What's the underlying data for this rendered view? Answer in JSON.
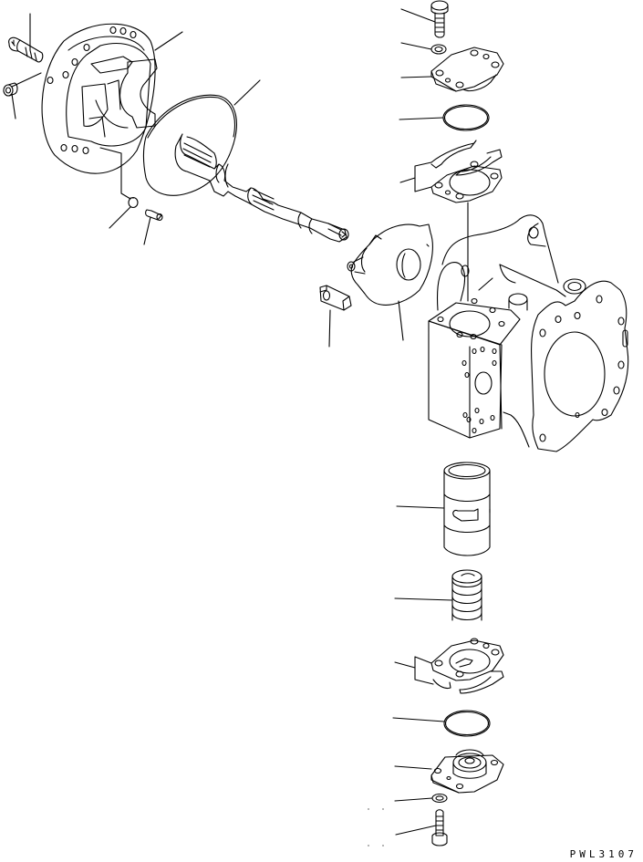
{
  "diagram": {
    "type": "exploded parts illustration",
    "background": "#ffffff",
    "line_color": "#000000",
    "drawing_code": "PWL3107",
    "parts": [
      {
        "id": "cap-bolt-left",
        "name": "socket head bolt"
      },
      {
        "id": "plug-left",
        "name": "plug"
      },
      {
        "id": "end-flange",
        "name": "end cover / flange with cam"
      },
      {
        "id": "o-ring-large",
        "name": "large o-ring"
      },
      {
        "id": "dowel-pin",
        "name": "pin"
      },
      {
        "id": "roller-pin",
        "name": "roller pin"
      },
      {
        "id": "splined-shaft",
        "name": "splined shaft"
      },
      {
        "id": "swash-plate",
        "name": "rocker cam / swash plate"
      },
      {
        "id": "key-plate",
        "name": "plate"
      },
      {
        "id": "pump-housing",
        "name": "housing"
      },
      {
        "id": "top-bolt",
        "name": "bolt"
      },
      {
        "id": "top-washer",
        "name": "washer"
      },
      {
        "id": "top-cover",
        "name": "cover"
      },
      {
        "id": "top-o-ring",
        "name": "o-ring"
      },
      {
        "id": "top-gasket-set",
        "name": "gasket and shim set"
      },
      {
        "id": "servo-piston",
        "name": "piston sleeve"
      },
      {
        "id": "spring",
        "name": "spring"
      },
      {
        "id": "bottom-gasket-set",
        "name": "gasket and shim set"
      },
      {
        "id": "bottom-o-ring",
        "name": "o-ring"
      },
      {
        "id": "bottom-cover",
        "name": "cover"
      },
      {
        "id": "bottom-washer",
        "name": "washer"
      },
      {
        "id": "bottom-bolt",
        "name": "bolt"
      }
    ]
  }
}
